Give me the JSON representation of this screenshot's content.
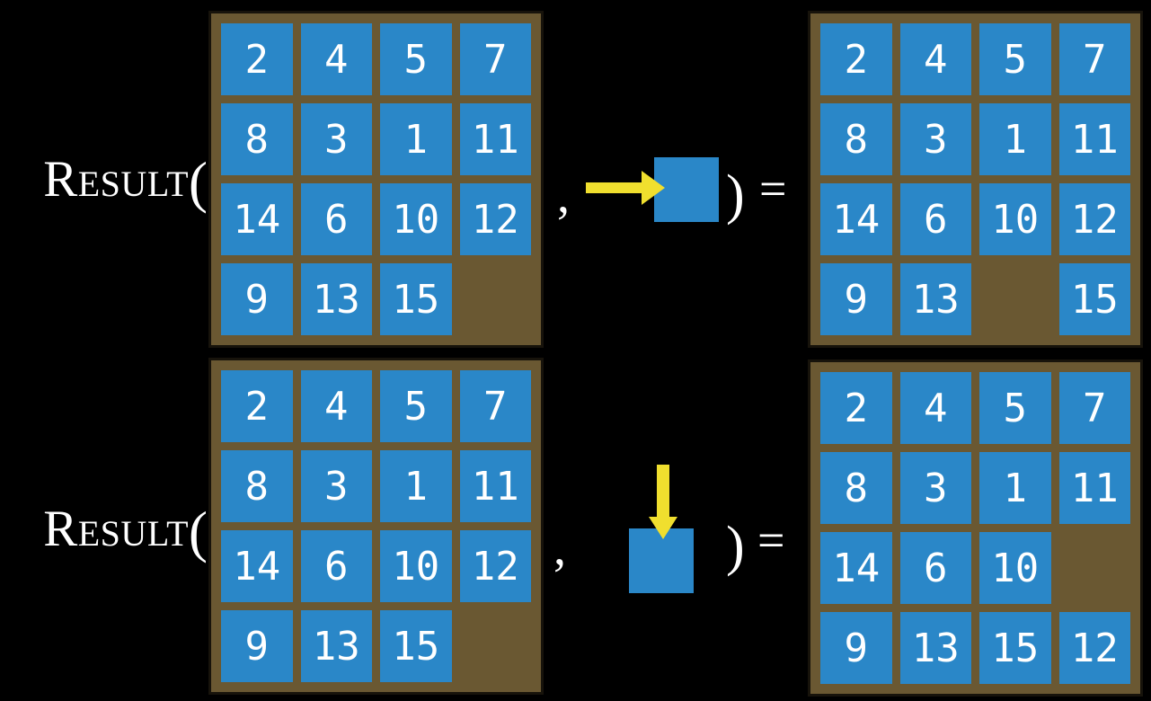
{
  "colors": {
    "background": "#000000",
    "tile_blue": "#2a87c8",
    "board_brown": "#6a5832",
    "board_border": "#17130b",
    "arrow_yellow": "#f0df2e",
    "text_white": "#ffffff"
  },
  "function_name": "Result",
  "punctuation": {
    "open_paren": "(",
    "comma": ",",
    "close_paren": ")",
    "equals": "="
  },
  "examples": [
    {
      "id": "slide-right",
      "action_icon": "right-arrow-into-tile-icon",
      "initial_grid": [
        [
          "2",
          "4",
          "5",
          "7"
        ],
        [
          "8",
          "3",
          "1",
          "11"
        ],
        [
          "14",
          "6",
          "10",
          "12"
        ],
        [
          "9",
          "13",
          "15",
          ""
        ]
      ],
      "result_grid": [
        [
          "2",
          "4",
          "5",
          "7"
        ],
        [
          "8",
          "3",
          "1",
          "11"
        ],
        [
          "14",
          "6",
          "10",
          "12"
        ],
        [
          "9",
          "13",
          "",
          "15"
        ]
      ]
    },
    {
      "id": "slide-down",
      "action_icon": "down-arrow-into-tile-icon",
      "initial_grid": [
        [
          "2",
          "4",
          "5",
          "7"
        ],
        [
          "8",
          "3",
          "1",
          "11"
        ],
        [
          "14",
          "6",
          "10",
          "12"
        ],
        [
          "9",
          "13",
          "15",
          ""
        ]
      ],
      "result_grid": [
        [
          "2",
          "4",
          "5",
          "7"
        ],
        [
          "8",
          "3",
          "1",
          "11"
        ],
        [
          "14",
          "6",
          "10",
          ""
        ],
        [
          "9",
          "13",
          "15",
          "12"
        ]
      ]
    }
  ]
}
